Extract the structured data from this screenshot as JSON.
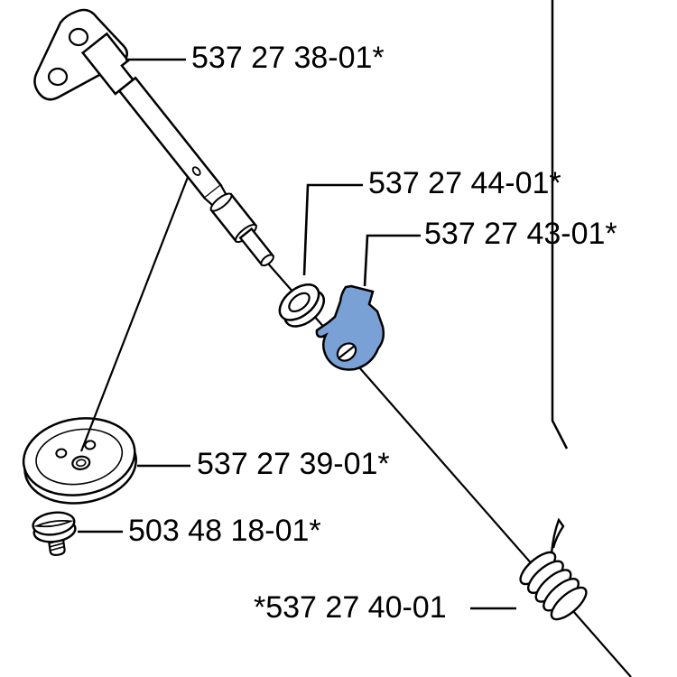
{
  "diagram": {
    "type": "exploded-parts-diagram",
    "background": "#ffffff",
    "line_color": "#000000",
    "highlight_color": "#7AA1D6",
    "labels": {
      "part1": "537 27 38-01*",
      "part2": "537 27 44-01*",
      "part3": "537 27 43-01*",
      "part4": "537 27 39-01*",
      "part5": "503 48 18-01*",
      "part6": "*537 27 40-01"
    }
  }
}
